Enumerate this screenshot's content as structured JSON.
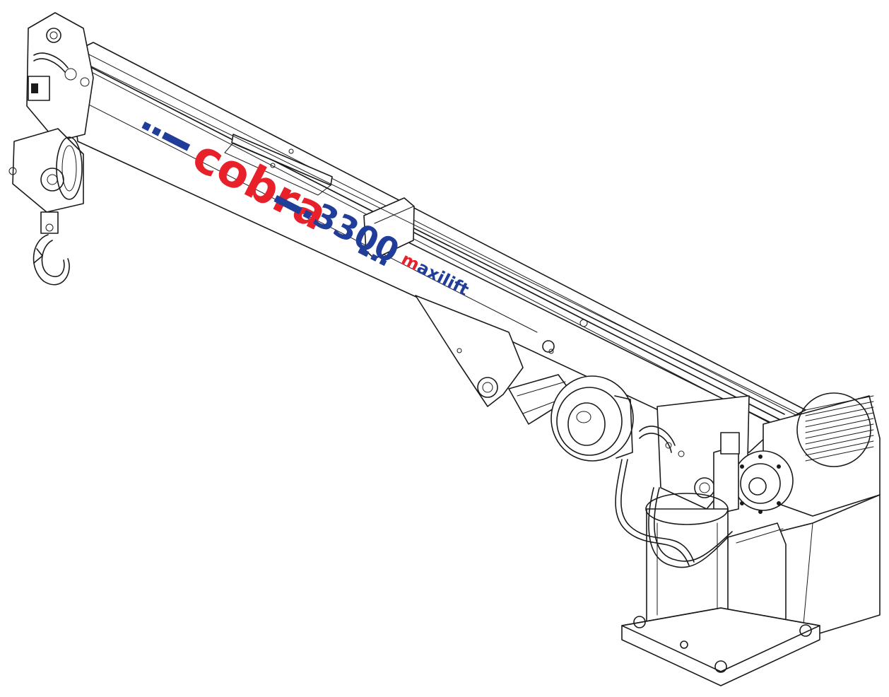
{
  "decal": {
    "brand": "cobra",
    "model": "3300",
    "maker_mark": "m",
    "maker_rest": "axilift"
  },
  "colors": {
    "line": "#1a1a1a",
    "brand_red": "#e8202a",
    "brand_blue": "#1f3d99",
    "background": "#ffffff"
  }
}
